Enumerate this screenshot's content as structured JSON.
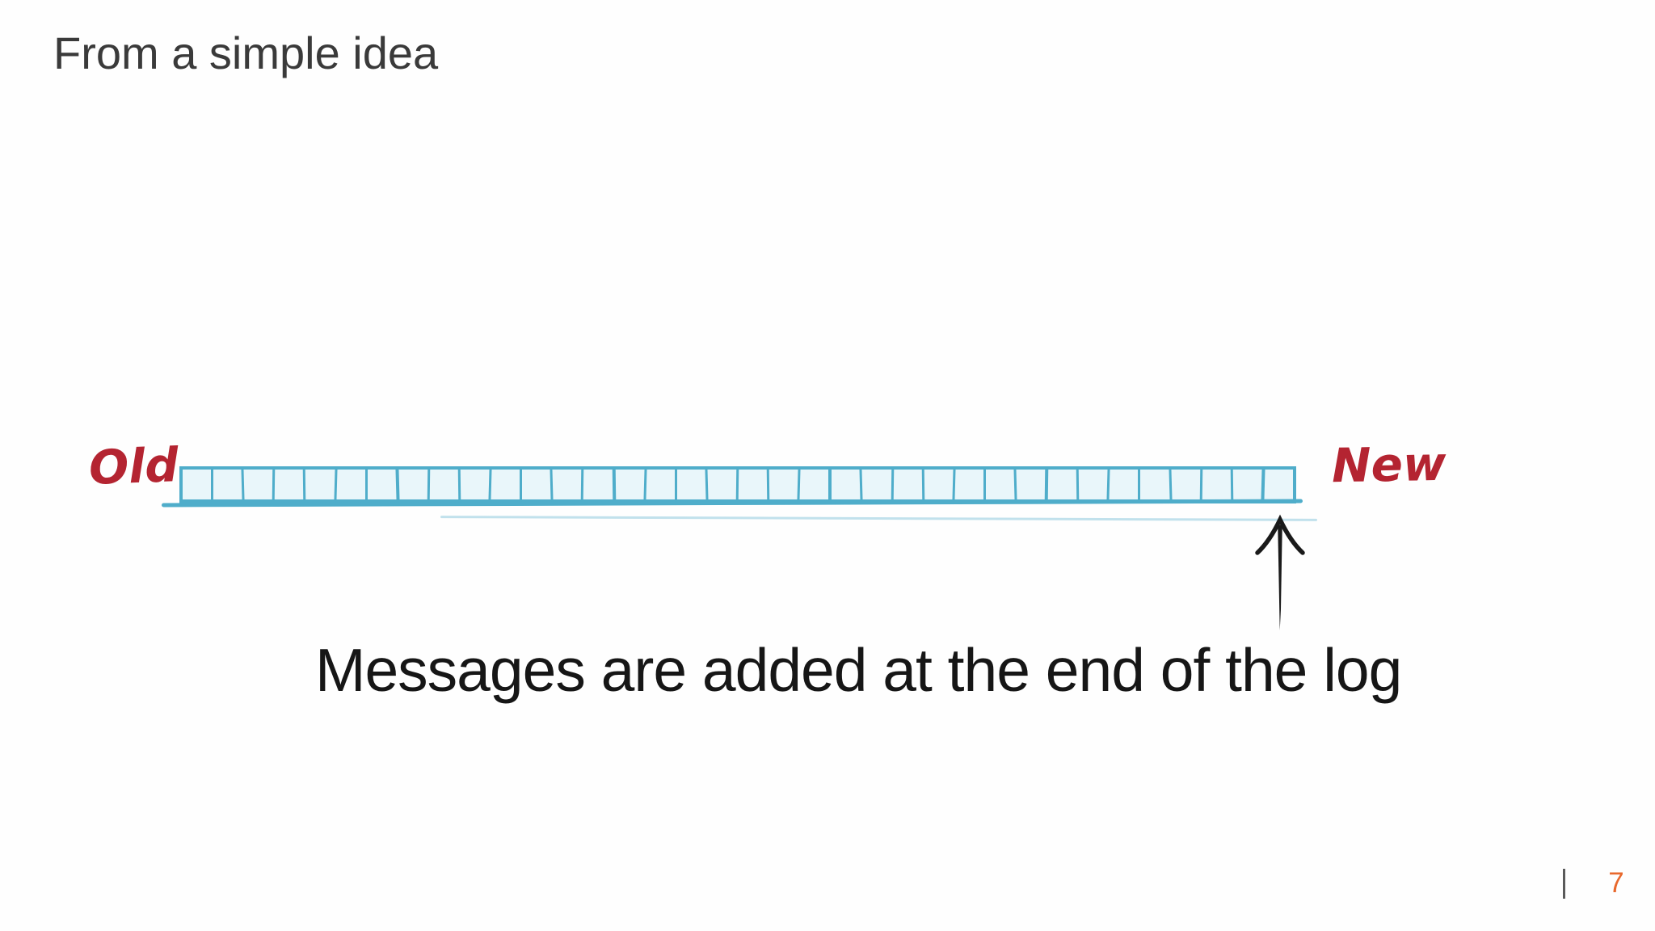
{
  "slide": {
    "title": "From a simple idea",
    "caption": "Messages are added at the end of the log",
    "page_number": "7"
  },
  "log": {
    "old_label": "Old",
    "new_label": "New",
    "cell_count": 36,
    "arrow_icon": "hand-drawn-up-arrow"
  },
  "colors": {
    "background": "#fefefe",
    "title_text": "#3a3a3a",
    "caption_text": "#161616",
    "cell_border": "#4fadca",
    "cell_fill": "#e9f6fa",
    "label_red": "#b42431",
    "page_orange": "#e8682c",
    "divider_gray": "#5a5a5a",
    "arrow_black": "#1a1a1a"
  }
}
